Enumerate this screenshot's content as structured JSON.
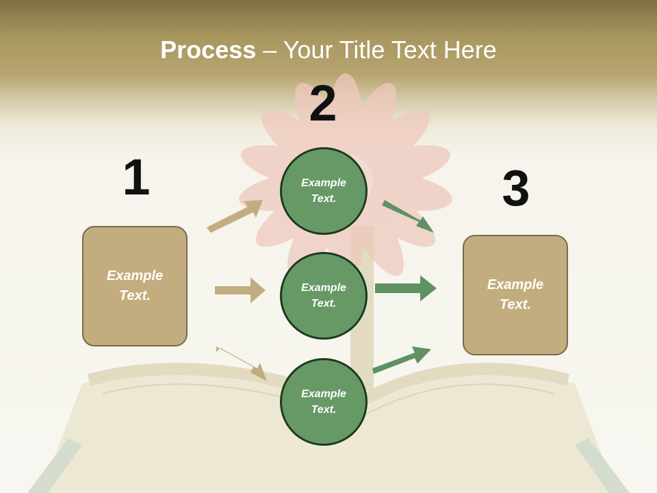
{
  "slide": {
    "title_bold": "Process",
    "title_rest": " – Your Title Text Here"
  },
  "steps": [
    {
      "number": "1",
      "text": "Example\nText."
    },
    {
      "number": "2",
      "text": "Example\nText."
    },
    {
      "number": "3",
      "text": "Example\nText."
    }
  ],
  "circles": [
    {
      "text": "Example\nText."
    },
    {
      "text": "Example\nText."
    },
    {
      "text": "Example\nText."
    }
  ],
  "colors": {
    "box_fill": "#c3ad7e",
    "circle_fill": "#669966",
    "tan_arrow": "#c2ad80",
    "green_arrow": "#5e9163"
  }
}
